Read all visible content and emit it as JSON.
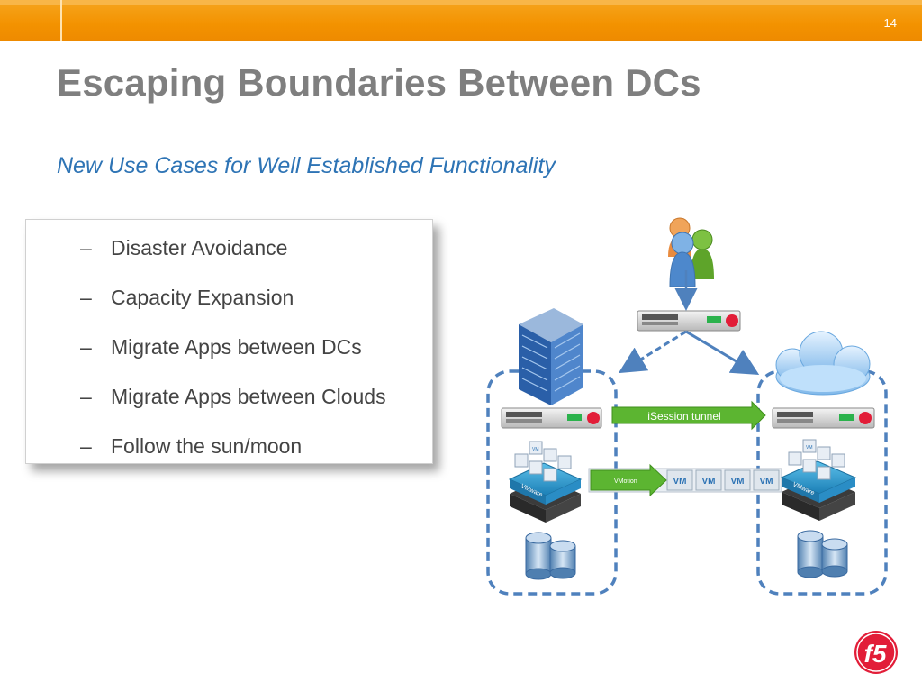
{
  "slide": {
    "page_number": "14",
    "title": "Escaping Boundaries Between DCs",
    "subtitle": "New Use Cases for Well Established Functionality"
  },
  "bullets": [
    {
      "dash": "–",
      "text": "Disaster Avoidance"
    },
    {
      "dash": "–",
      "text": "Capacity Expansion"
    },
    {
      "dash": "–",
      "text": "Migrate Apps between DCs"
    },
    {
      "dash": "–",
      "text": "Migrate Apps between Clouds"
    },
    {
      "dash": "–",
      "text": "Follow the sun/moon"
    }
  ],
  "diagram": {
    "tunnel_label": "iSession tunnel",
    "vmotion_label": "VMotion",
    "vm_labels": [
      "VM",
      "VM",
      "VM",
      "VM"
    ],
    "vmware_label": "VMware",
    "vm_tile_label": "VM",
    "logo_text": "f5"
  },
  "colors": {
    "header_orange": "#f39200",
    "title_gray": "#7f7f7f",
    "subtitle_blue": "#2e74b5",
    "dashed_border": "#4f81bd",
    "arrow_green": "#5cb531",
    "logo_red": "#e21d38"
  },
  "icons": [
    "users-icon",
    "load-balancer-icon",
    "building-icon",
    "cloud-icon",
    "vmware-server-stack-icon",
    "database-icon",
    "f5-logo"
  ]
}
